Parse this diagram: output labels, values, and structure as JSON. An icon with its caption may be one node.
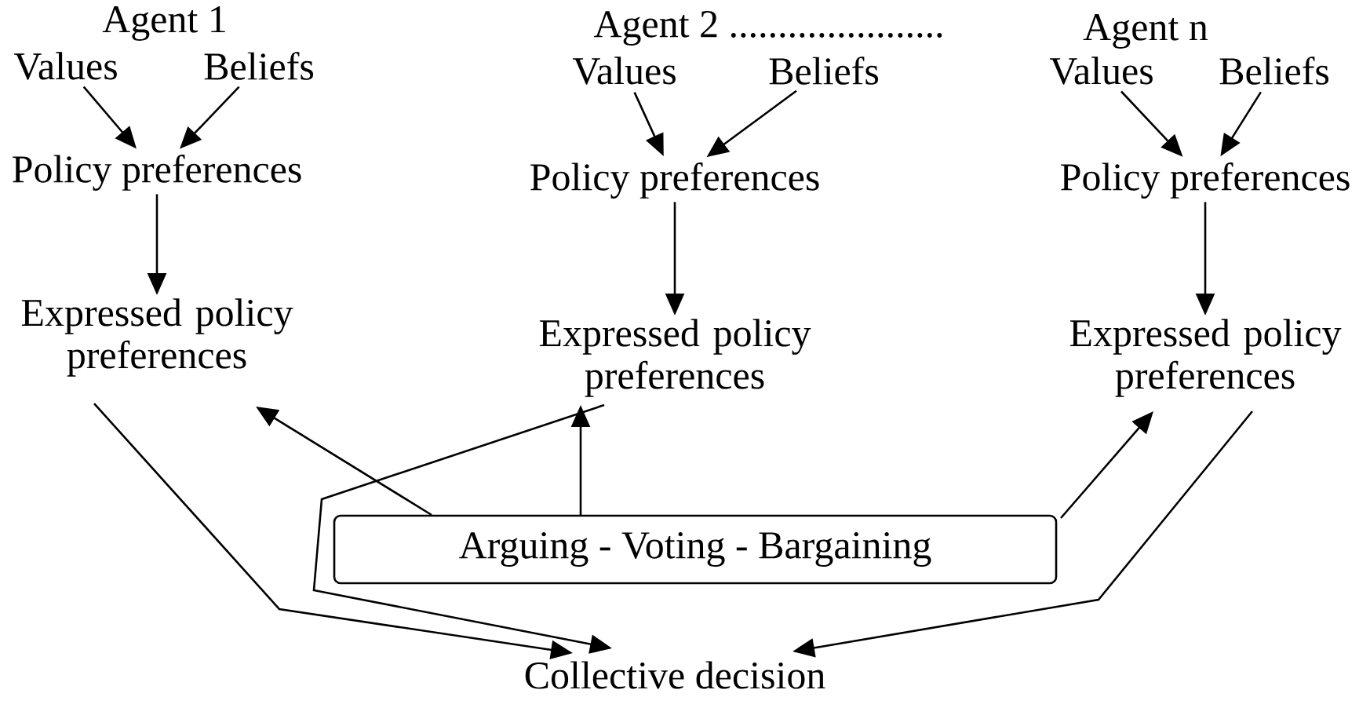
{
  "diagram": {
    "nodes": [
      {
        "text": [
          "Values"
        ]
      },
      {
        "text": [
          "Beliefs"
        ]
      },
      {
        "text": [
          "Policy preferences"
        ]
      },
      {
        "text": [
          "Expressed policy preferences"
        ]
      },
      {
        "text": [
          "Values"
        ]
      },
      {
        "text": [
          "Beliefs"
        ]
      },
      {
        "text": [
          "Policy preferences"
        ]
      },
      {
        "text": [
          "Expressed policy preferences"
        ]
      },
      {
        "text": [
          "Values"
        ]
      },
      {
        "text": [
          "Beliefs"
        ]
      },
      {
        "text": [
          "Policy preferences"
        ]
      },
      {
        "text": [
          "Expressed policy preferences"
        ]
      },
      {
        "text": [
          "Arguing - Voting - Bargaining"
        ]
      },
      {
        "text": [
          "Collective decision"
        ]
      }
    ],
    "edges": [
      {
        "from": 0,
        "to": 2,
        "arrow": "to"
      },
      {
        "from": 1,
        "to": 2,
        "arrow": "to"
      },
      {
        "from": 2,
        "to": 3,
        "arrow": "to"
      },
      {
        "from": 4,
        "to": 6,
        "arrow": "to"
      },
      {
        "from": 5,
        "to": 6,
        "arrow": "to"
      },
      {
        "from": 6,
        "to": 7,
        "arrow": "to"
      },
      {
        "from": 8,
        "to": 10,
        "arrow": "to"
      },
      {
        "from": 9,
        "to": 10,
        "arrow": "to"
      },
      {
        "from": 10,
        "to": 11,
        "arrow": "to"
      },
      {
        "from": 3,
        "to": 13,
        "arrow": "to"
      },
      {
        "from": 12,
        "to": 3,
        "arrow": "to"
      },
      {
        "from": 12,
        "to": 7,
        "arrow": "to"
      },
      {
        "from": 7,
        "to": 13,
        "arrow": "to"
      },
      {
        "from": 11,
        "to": 13,
        "arrow": "to"
      },
      {
        "from": 12,
        "to": 11,
        "arrow": "to"
      }
    ],
    "labels": [
      "Agent 1",
      "Agent  2  ......................",
      "Agent n"
    ]
  }
}
